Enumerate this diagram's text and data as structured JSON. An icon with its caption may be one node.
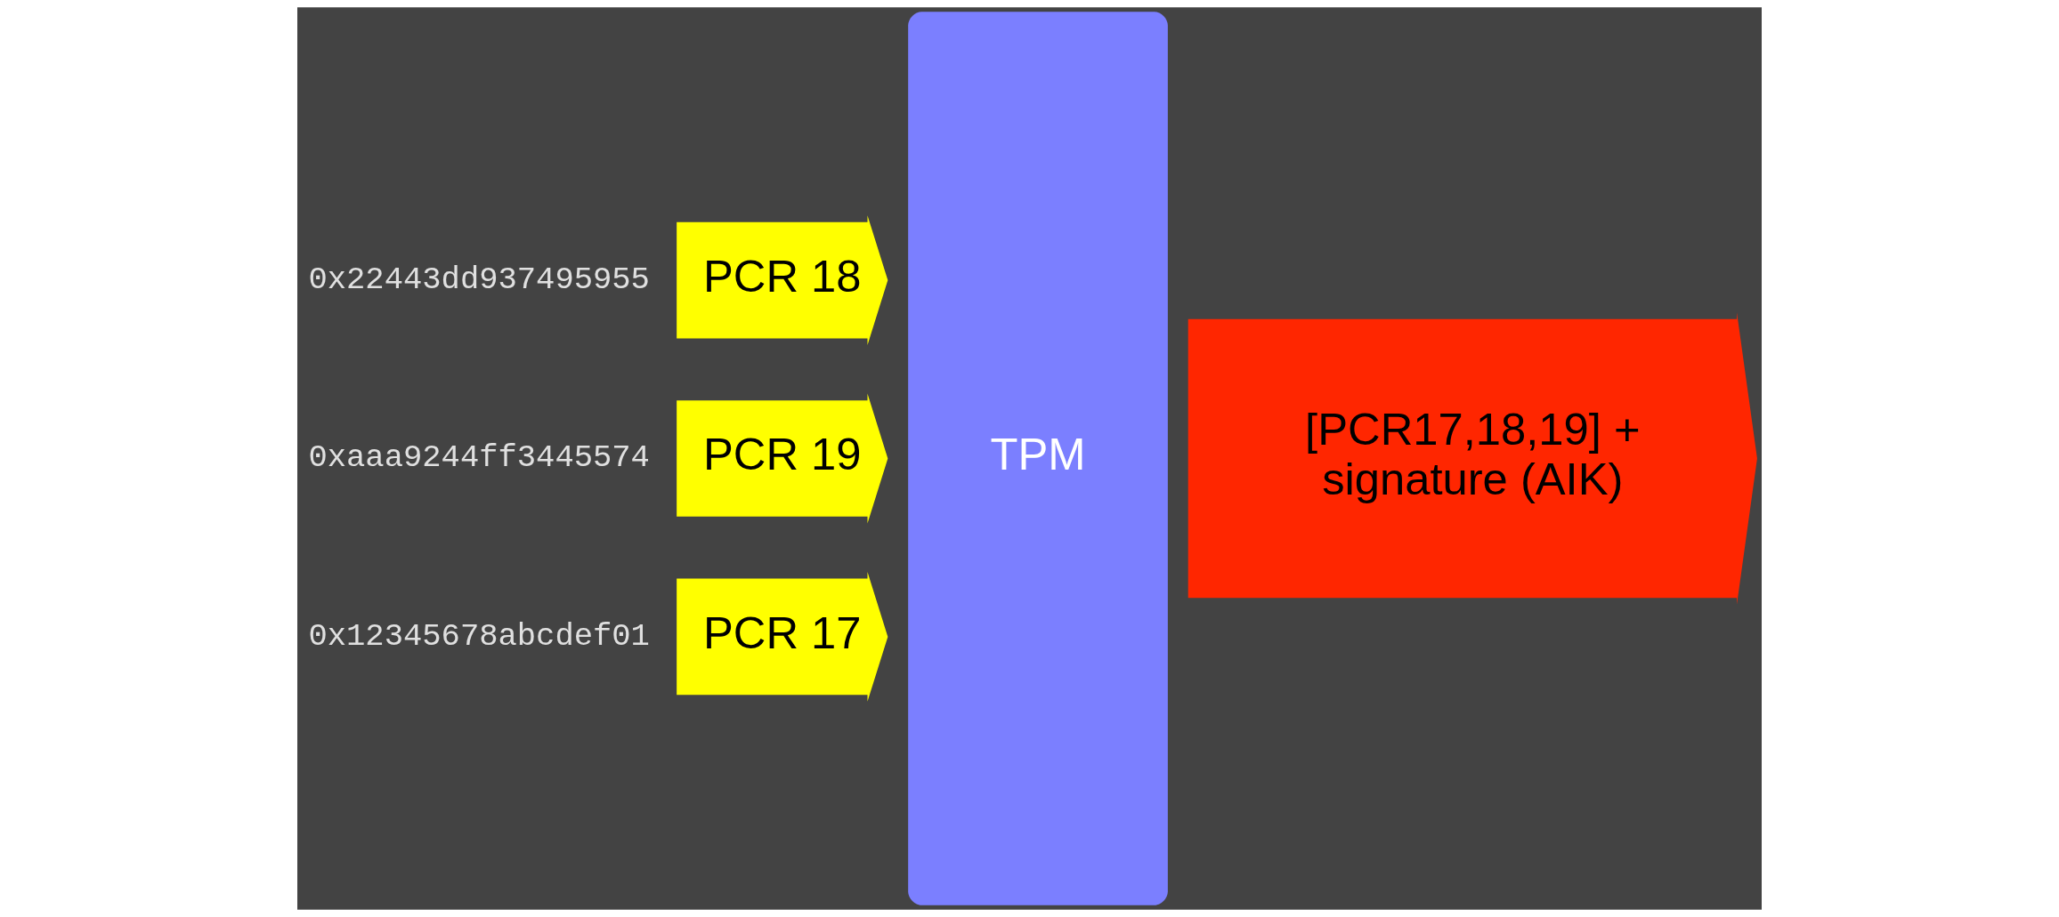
{
  "diagram": {
    "nodes": [
      {
        "text": [
          "PCR 17"
        ],
        "beside": [
          "0x12345678abcdef01"
        ]
      },
      {
        "text": [
          "PCR 18"
        ],
        "beside": [
          "0x22443dd937495955"
        ]
      },
      {
        "text": [
          "PCR 19"
        ],
        "beside": [
          "0xaaa9244ff3445574"
        ]
      },
      {
        "text": [
          "TPM"
        ]
      },
      {
        "text": [
          "[PCR17,18,19] + signature (AIK)"
        ]
      }
    ]
  }
}
